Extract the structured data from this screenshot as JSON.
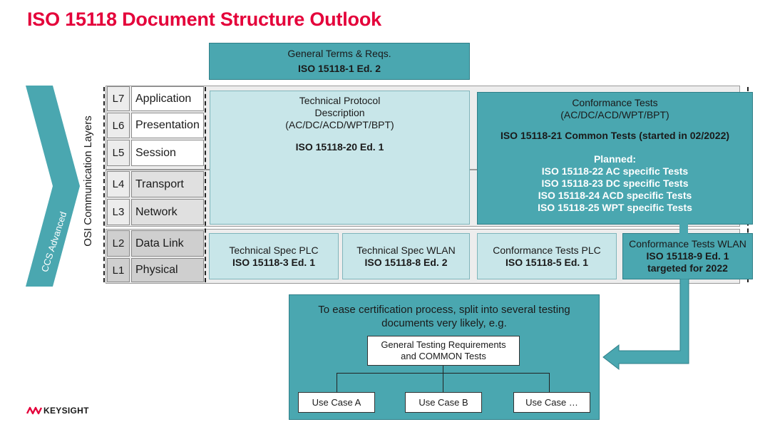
{
  "title": "ISO 15118 Document Structure Outlook",
  "side_chevron_label": "CCS Advanced",
  "osi_label": "OSI Communication Layers",
  "layers": [
    {
      "num": "L7",
      "name": "Application"
    },
    {
      "num": "L6",
      "name": "Presentation"
    },
    {
      "num": "L5",
      "name": "Session"
    },
    {
      "num": "L4",
      "name": "Transport"
    },
    {
      "num": "L3",
      "name": "Network"
    },
    {
      "num": "L2",
      "name": "Data Link"
    },
    {
      "num": "L1",
      "name": "Physical"
    }
  ],
  "general": {
    "line1": "General Terms & Reqs.",
    "line2": "ISO 15118-1 Ed. 2"
  },
  "protocol": {
    "line1": "Technical Protocol",
    "line2": "Description",
    "line3": "(AC/DC/ACD/WPT/BPT)",
    "line4": "ISO 15118-20 Ed. 1"
  },
  "conformance": {
    "line1": "Conformance Tests",
    "line2": "(AC/DC/ACD/WPT/BPT)",
    "line3": "ISO 15118-21 Common Tests (started in 02/2022)",
    "planned_heading": "Planned:",
    "planned": [
      "ISO 15118-22 AC specific Tests",
      "ISO 15118-23 DC specific Tests",
      "ISO 15118-24 ACD specific Tests",
      "ISO 15118-25 WPT specific Tests"
    ]
  },
  "bottom_boxes": [
    {
      "line1": "Technical Spec PLC",
      "line2": "ISO 15118-3 Ed. 1"
    },
    {
      "line1": "Technical Spec WLAN",
      "line2": "ISO 15118-8 Ed. 2"
    },
    {
      "line1": "Conformance Tests PLC",
      "line2": "ISO 15118-5 Ed. 1"
    },
    {
      "line1": "Conformance Tests WLAN",
      "line2": "ISO 15118-9 Ed. 1",
      "line3": "targeted for 2022"
    }
  ],
  "ease": {
    "line1": "To ease certification process, split into several testing",
    "line2": "documents very likely, e.g.",
    "general_box_line1": "General Testing Requirements",
    "general_box_line2": "and COMMON Tests",
    "use_cases": [
      "Use Case A",
      "Use Case B",
      "Use Case …"
    ]
  },
  "logo": "KEYSIGHT",
  "colors": {
    "title_red": "#e4003a",
    "teal": "#4aa7b0",
    "light_teal": "#c8e6e9"
  }
}
